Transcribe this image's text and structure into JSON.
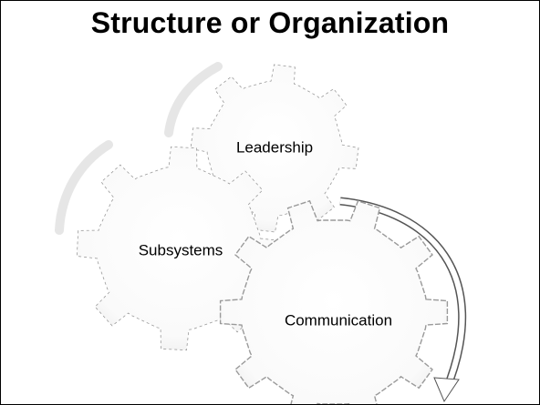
{
  "slide": {
    "title": "Structure or Organization"
  },
  "diagram": {
    "gears": [
      {
        "id": "leadership",
        "label": "Leadership"
      },
      {
        "id": "subsystems",
        "label": "Subsystems"
      },
      {
        "id": "communication",
        "label": "Communication"
      }
    ]
  }
}
